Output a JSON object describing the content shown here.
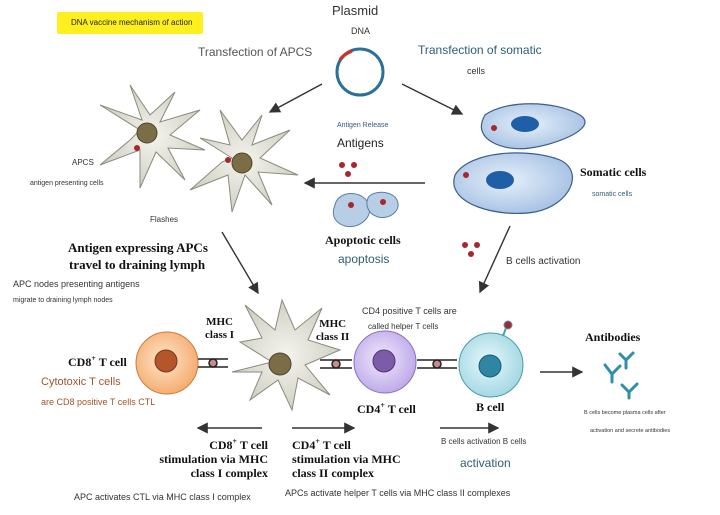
{
  "title_tag": "DNA vaccine mechanism of action",
  "plasmid": {
    "title": "Plasmid",
    "sub": "DNA"
  },
  "transfection_apcs": "Transfection of APCS",
  "transfection_somatic": {
    "line1": "Transfection of somatic",
    "line2": "cells"
  },
  "antigen_release": "Antigen Release",
  "antigens": "Antigens",
  "apcs": {
    "label": "APCS",
    "sub": "antigen presenting cells",
    "flashes": "Flashes"
  },
  "somatic": {
    "title": "Somatic cells",
    "sub": "somatic cells"
  },
  "apoptotic": {
    "title": "Apoptotic cells",
    "sub": "apoptosis"
  },
  "b_activation_top": "B cells activation",
  "antigen_expressing": {
    "line1": "Antigen expressing APCs",
    "line2": "travel to draining lymph",
    "note1": "APC nodes presenting antigens",
    "note2": "migrate to draining lymph nodes"
  },
  "cd4_helper": {
    "line1": "CD4 positive T cells are",
    "line2": "called helper T cells"
  },
  "mhc1": {
    "line1": "MHC",
    "line2": "class I"
  },
  "mhc2": {
    "line1": "MHC",
    "line2": "class II"
  },
  "cd8_cell": {
    "pre": "CD8",
    "sup": "+",
    "post": " T cell",
    "sub1": "Cytotoxic T cells",
    "sub2": "are CD8 positive T cells CTL"
  },
  "cd4_cell": {
    "pre": "CD4",
    "sup": "+",
    "post": " T cell"
  },
  "b_cell": "B cell",
  "antibodies": {
    "title": "Antibodies",
    "note1": "B cells become plasma cells after",
    "note2": "activation and secrete antibodies"
  },
  "cd8_stim": {
    "pre": "CD8",
    "sup": "+",
    "post": " T cell",
    "line2": "stimulation via MHC",
    "line3": "class I complex"
  },
  "cd4_stim": {
    "pre": "CD4",
    "sup": "+",
    "post": " T cell",
    "line2": "stimulation via MHC",
    "line3": "class II complex"
  },
  "b_activation_bottom": {
    "line1": "B cells activation B cells",
    "line2": "activation"
  },
  "footer_left": "APC activates CTL via MHC class I complex",
  "footer_right": "APCs activate helper T cells via MHC class II complexes",
  "colors": {
    "highlight": "#ffef1e",
    "teal_text": "#2e5f74",
    "orange_text": "#a0562a",
    "dot": "#a8272e"
  }
}
